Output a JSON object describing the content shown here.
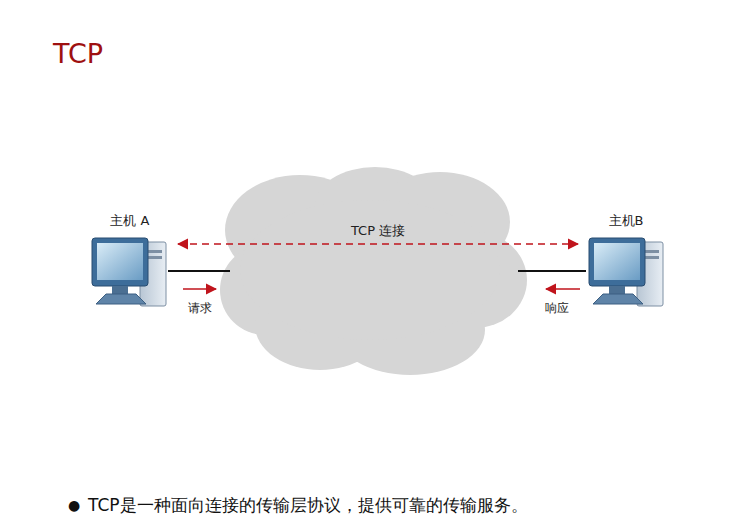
{
  "diagram": {
    "title": "TCP",
    "caption": "TCP是一种面向连接的传输层协议，提供可靠的传输服务。",
    "nodes": [
      {
        "text": [
          "主机 A"
        ]
      },
      {
        "text": [
          "主机B"
        ]
      }
    ],
    "edges": [
      {
        "from": 0,
        "to": 1,
        "label": "TCP 连接",
        "arrow": "both"
      }
    ],
    "labels": [
      "请求",
      "响应"
    ]
  }
}
